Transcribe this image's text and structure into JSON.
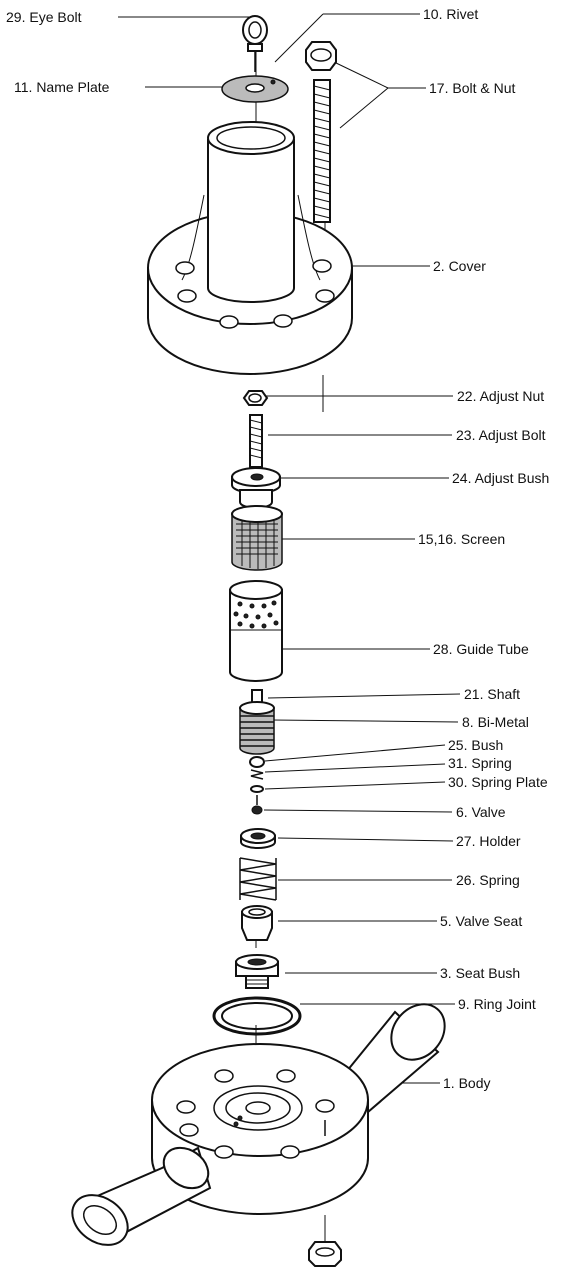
{
  "labels": [
    {
      "key": "eye_bolt",
      "text": "29. Eye Bolt"
    },
    {
      "key": "rivet",
      "text": "10. Rivet"
    },
    {
      "key": "name_plate",
      "text": "11. Name Plate"
    },
    {
      "key": "bolt_nut",
      "text": "17. Bolt & Nut"
    },
    {
      "key": "cover",
      "text": "2. Cover"
    },
    {
      "key": "adjust_nut",
      "text": "22. Adjust Nut"
    },
    {
      "key": "adjust_bolt",
      "text": "23. Adjust Bolt"
    },
    {
      "key": "adjust_bush",
      "text": "24. Adjust Bush"
    },
    {
      "key": "screen",
      "text": "15,16. Screen"
    },
    {
      "key": "guide_tube",
      "text": "28. Guide Tube"
    },
    {
      "key": "shaft",
      "text": "21. Shaft"
    },
    {
      "key": "bi_metal",
      "text": "8. Bi-Metal"
    },
    {
      "key": "bush",
      "text": "25. Bush"
    },
    {
      "key": "spring_31",
      "text": "31. Spring"
    },
    {
      "key": "spring_plate",
      "text": "30. Spring Plate"
    },
    {
      "key": "valve",
      "text": "6. Valve"
    },
    {
      "key": "holder",
      "text": "27. Holder"
    },
    {
      "key": "spring_26",
      "text": "26. Spring"
    },
    {
      "key": "valve_seat",
      "text": "5. Valve Seat"
    },
    {
      "key": "seat_bush",
      "text": "3. Seat Bush"
    },
    {
      "key": "ring_joint",
      "text": "9. Ring Joint"
    },
    {
      "key": "body",
      "text": "1. Body"
    }
  ]
}
